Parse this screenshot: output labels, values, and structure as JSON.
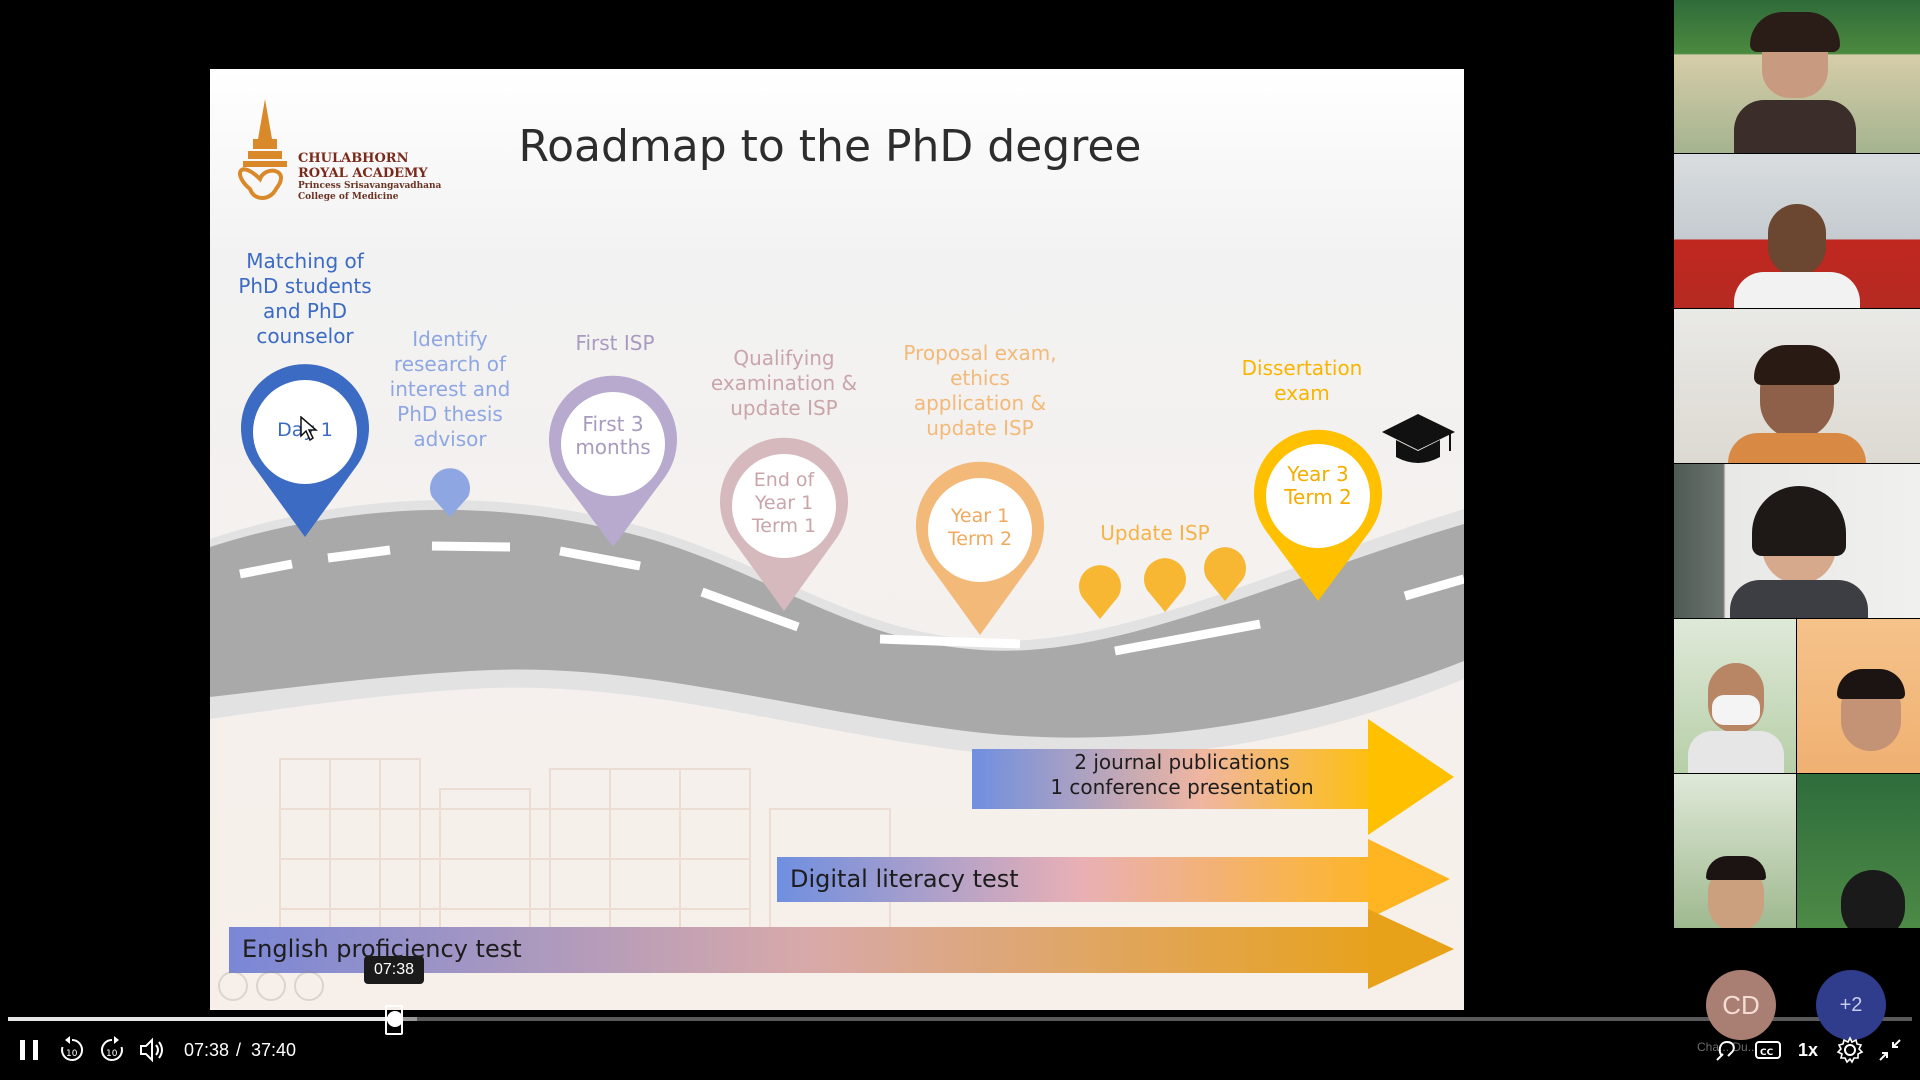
{
  "slide": {
    "title": "Roadmap to the PhD degree",
    "logo": {
      "line1": "CHULABHORN",
      "line2": "ROYAL ACADEMY",
      "line3": "Princess Srisavangavadhana",
      "line4": "College of Medicine"
    },
    "milestones": [
      {
        "label": "Matching of PhD students and PhD counselor",
        "pin_text": "Day 1",
        "color": "#3c6bc4"
      },
      {
        "label": "Identify research of interest and PhD thesis advisor",
        "pin_text": "",
        "color": "#8ea7e2"
      },
      {
        "label": "First ISP",
        "pin_text": "First 3 months",
        "color": "#b8a9cf"
      },
      {
        "label": "Qualifying examination & update ISP",
        "pin_text": "End of Year 1 Term 1",
        "color": "#d6b9bd"
      },
      {
        "label": "Proposal exam, ethics application & update ISP",
        "pin_text": "Year 1 Term 2",
        "color": "#f3b978"
      },
      {
        "label": "Update ISP",
        "pin_text": "",
        "color": "#f7b733"
      },
      {
        "label": "Dissertation exam",
        "pin_text": "Year 3 Term 2",
        "color": "#ffc000"
      }
    ],
    "bars": [
      {
        "line1": "2 journal publications",
        "line2": "1 conference presentation"
      },
      {
        "line1": "Digital literacy test"
      },
      {
        "line1": "English proficiency test"
      }
    ]
  },
  "player": {
    "current_time": "07:38",
    "separator": "/",
    "duration": "37:40",
    "tooltip_time": "07:38",
    "progress": 0.2027,
    "buffered": 0.215,
    "speed": "1x",
    "avatar_initials": "CD",
    "more_participants": "+2",
    "presenter_name": "Cha... Du..."
  },
  "colors": {
    "accent_blue": "#3c6bc4",
    "accent_gold": "#ffc000",
    "road": "#a9a9a9"
  }
}
